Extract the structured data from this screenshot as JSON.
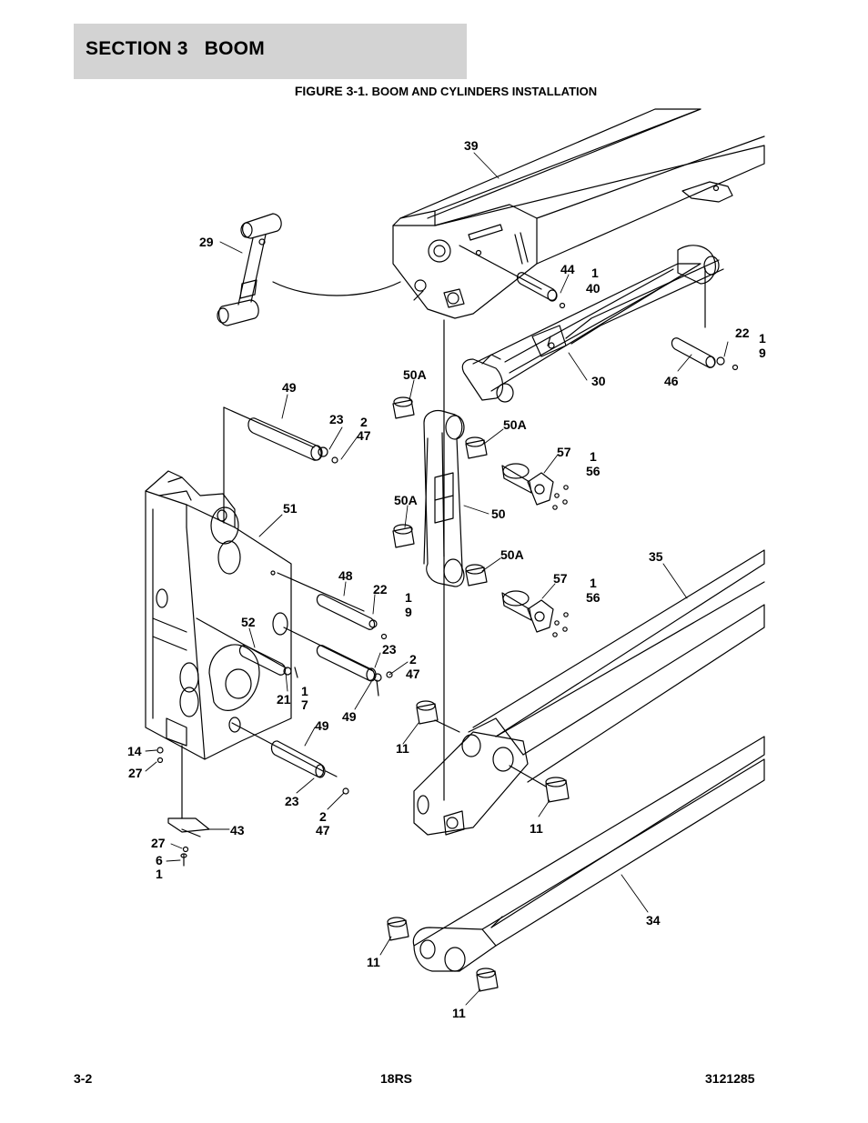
{
  "header": {
    "section": "SECTION 3   BOOM"
  },
  "figure": {
    "prefix": "FIGURE 3-1.",
    "title": "BOOM AND CYLINDERS INSTALLATION"
  },
  "callouts": [
    {
      "id": "c39",
      "text": "39"
    },
    {
      "id": "c29",
      "text": "29"
    },
    {
      "id": "c44",
      "text": "44"
    },
    {
      "id": "c1a",
      "text": "1"
    },
    {
      "id": "c40",
      "text": "40"
    },
    {
      "id": "c22a",
      "text": "22"
    },
    {
      "id": "c1b",
      "text": "1"
    },
    {
      "id": "c9a",
      "text": "9"
    },
    {
      "id": "c30",
      "text": "30"
    },
    {
      "id": "c46",
      "text": "46"
    },
    {
      "id": "c50Aa",
      "text": "50A"
    },
    {
      "id": "c49a",
      "text": "49"
    },
    {
      "id": "c23a",
      "text": "23"
    },
    {
      "id": "c2a",
      "text": "2"
    },
    {
      "id": "c47a",
      "text": "47"
    },
    {
      "id": "c50Ab",
      "text": "50A"
    },
    {
      "id": "c57a",
      "text": "57"
    },
    {
      "id": "c1c",
      "text": "1"
    },
    {
      "id": "c56a",
      "text": "56"
    },
    {
      "id": "c51",
      "text": "51"
    },
    {
      "id": "c50Ac",
      "text": "50A"
    },
    {
      "id": "c50",
      "text": "50"
    },
    {
      "id": "c50Ad",
      "text": "50A"
    },
    {
      "id": "c35",
      "text": "35"
    },
    {
      "id": "c48",
      "text": "48"
    },
    {
      "id": "c22b",
      "text": "22"
    },
    {
      "id": "c1d",
      "text": "1"
    },
    {
      "id": "c9b",
      "text": "9"
    },
    {
      "id": "c57b",
      "text": "57"
    },
    {
      "id": "c1e",
      "text": "1"
    },
    {
      "id": "c56b",
      "text": "56"
    },
    {
      "id": "c52",
      "text": "52"
    },
    {
      "id": "c23b",
      "text": "23"
    },
    {
      "id": "c2b",
      "text": "2"
    },
    {
      "id": "c47b",
      "text": "47"
    },
    {
      "id": "c21",
      "text": "21"
    },
    {
      "id": "c1f",
      "text": "1"
    },
    {
      "id": "c7",
      "text": "7"
    },
    {
      "id": "c49b",
      "text": "49"
    },
    {
      "id": "c14",
      "text": "14"
    },
    {
      "id": "c27a",
      "text": "27"
    },
    {
      "id": "c49c",
      "text": "49"
    },
    {
      "id": "c11a",
      "text": "11"
    },
    {
      "id": "c23c",
      "text": "23"
    },
    {
      "id": "c2c",
      "text": "2"
    },
    {
      "id": "c47c",
      "text": "47"
    },
    {
      "id": "c11b",
      "text": "11"
    },
    {
      "id": "c43",
      "text": "43"
    },
    {
      "id": "c27b",
      "text": "27"
    },
    {
      "id": "c6",
      "text": "6"
    },
    {
      "id": "c1g",
      "text": "1"
    },
    {
      "id": "c34",
      "text": "34"
    },
    {
      "id": "c11c",
      "text": "11"
    },
    {
      "id": "c11d",
      "text": "11"
    }
  ],
  "footer": {
    "page": "3-2",
    "model": "18RS",
    "doc_number": "3121285"
  }
}
